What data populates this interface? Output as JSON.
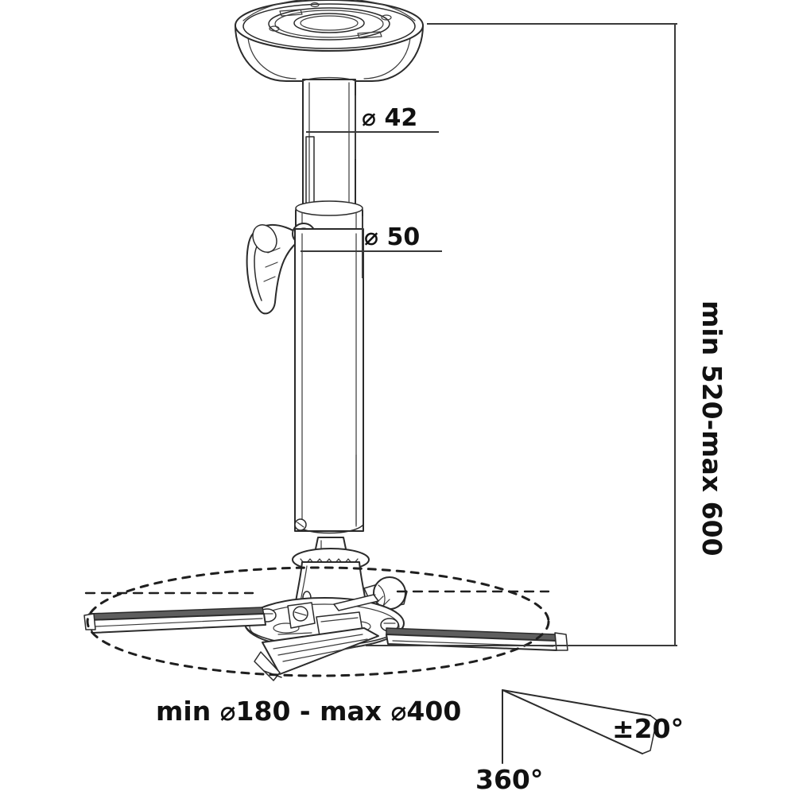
{
  "drawing": {
    "title": "Projector ceiling mount dimensional drawing",
    "background_color": "#ffffff",
    "line_color": "#2b2b2b",
    "dimensions": {
      "tube_upper_diameter": "⌀ 42",
      "tube_lower_diameter": "⌀ 50",
      "height_range": "min 520-max 600",
      "spread_range": "min ⌀180 - max ⌀400",
      "tilt_angle": "±20°",
      "rotation_angle": "360°"
    },
    "parts": {
      "ceiling_plate": "ceiling-dome-plate",
      "upper_tube": "upper-telescoping-tube",
      "clamp_lever": "quick-release-clamp-lever",
      "lower_tube": "lower-telescoping-tube",
      "ball_joint": "ball-joint-hub",
      "spider_plate": "projector-spider-plate",
      "arms": [
        "arm-left",
        "arm-right",
        "arm-front",
        "arm-rear"
      ]
    },
    "annotations": {
      "swing_envelope": "dashed rotation envelope ellipse",
      "centerline": "horizontal centerline through hub"
    }
  }
}
